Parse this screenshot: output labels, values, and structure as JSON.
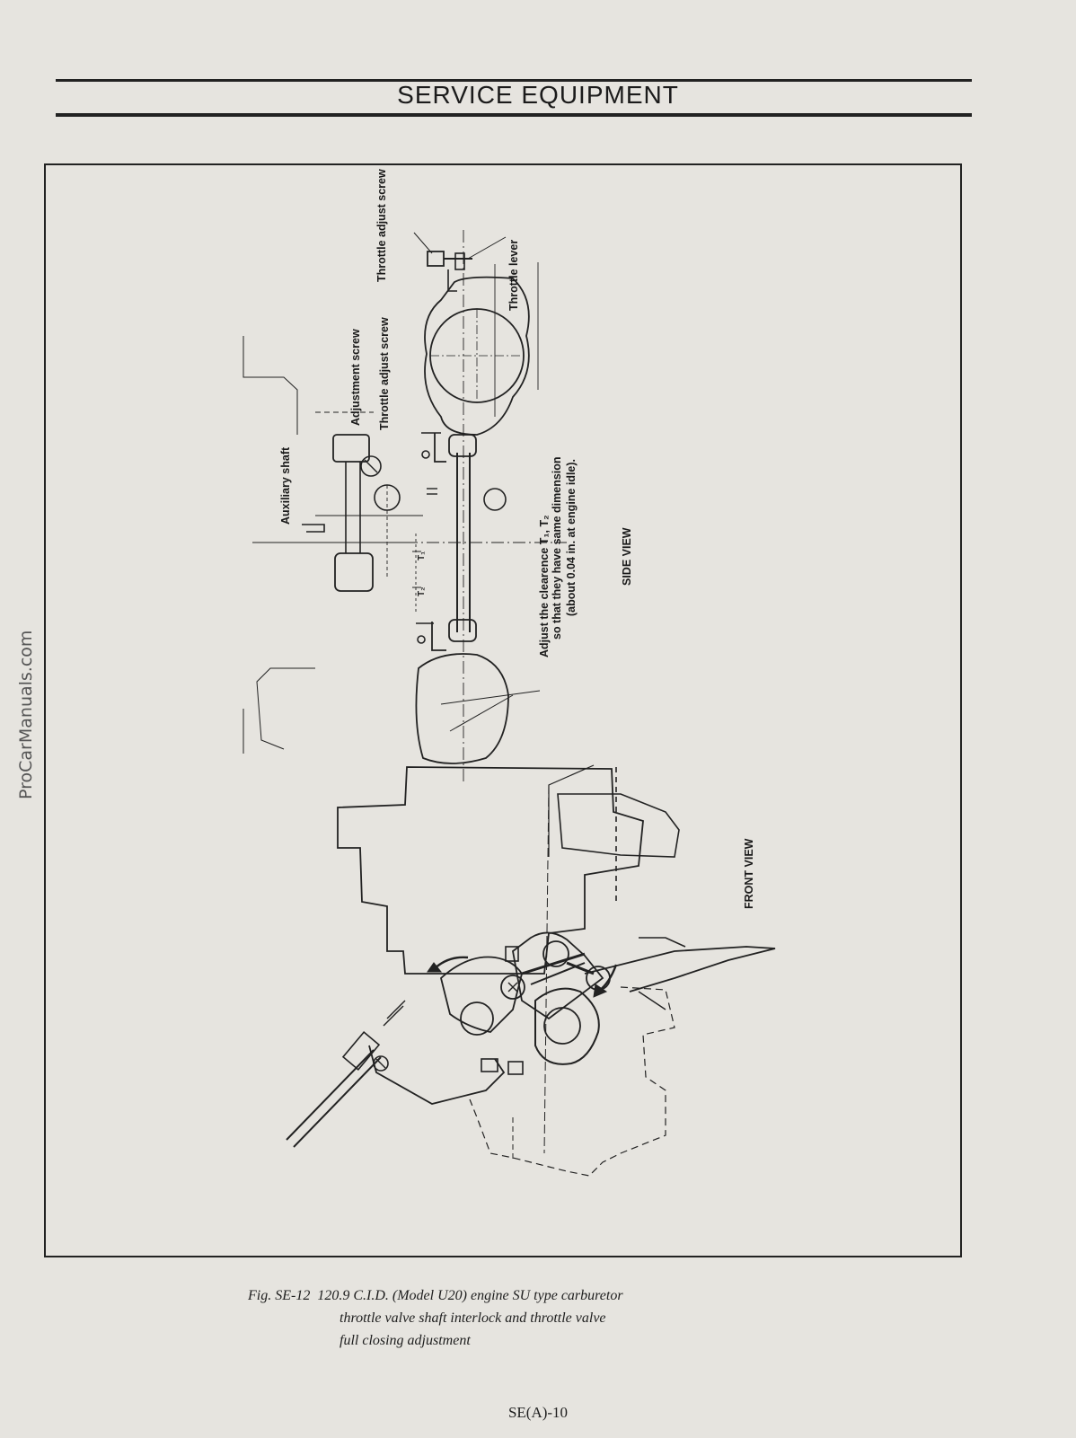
{
  "header": {
    "title": "SERVICE EQUIPMENT"
  },
  "watermark": "ProCarManuals.com",
  "figure": {
    "labels": {
      "throttle_adjust_screw_top": "Throttle adjust screw",
      "throttle_lever": "Throttle lever",
      "adjustment_screw": "Adjustment screw",
      "throttle_adjust_screw_mid": "Throttle adjust screw",
      "auxiliary_shaft": "Auxiliary shaft",
      "t1": "T₁",
      "t2": "T₂",
      "note_line1": "Adjust the clearence T₁, T₂",
      "note_line2": "so that they have same dimension",
      "note_line3": "(about 0.04 in. at engine idle).",
      "side_view": "SIDE VIEW",
      "front_view": "FRONT VIEW"
    }
  },
  "caption": {
    "fig_number": "Fig. SE-12",
    "line1": "120.9 C.I.D. (Model U20) engine SU type carburetor",
    "line2": "throttle valve shaft interlock and throttle valve",
    "line3": "full closing adjustment"
  },
  "footer": {
    "page_number": "SE(A)-10"
  }
}
